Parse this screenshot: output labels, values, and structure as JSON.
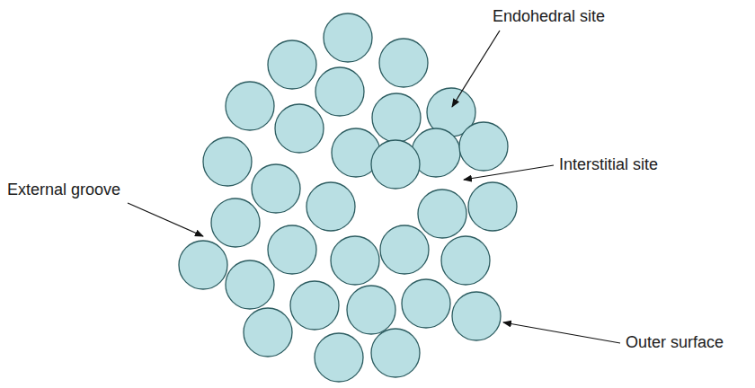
{
  "diagram": {
    "labels": [
      "Endohedral site",
      "Interstitial site",
      "External groove",
      "Outer surface"
    ]
  }
}
